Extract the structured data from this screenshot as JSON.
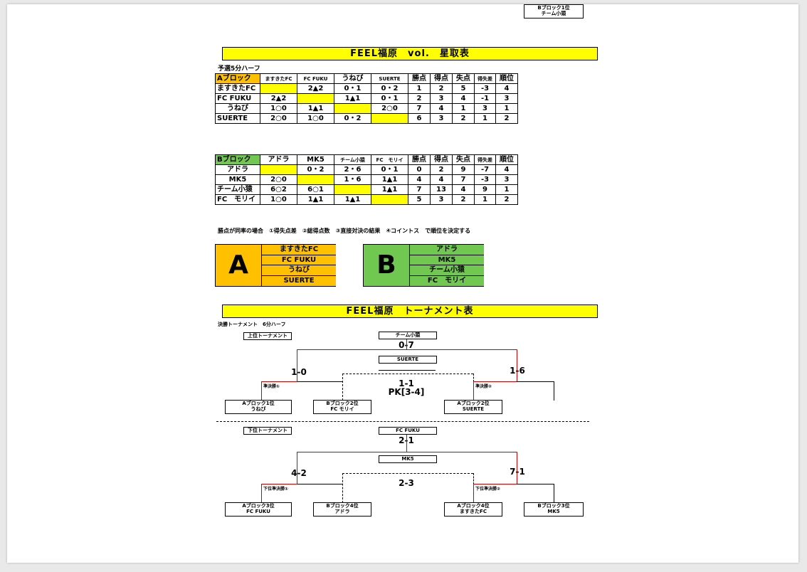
{
  "league": {
    "title": "FEEL福原　vol.　星取表",
    "subtitle": "予選5分ハーフ",
    "headers": [
      "勝点",
      "得点",
      "失点",
      "得失差",
      "順位"
    ]
  },
  "block_a": {
    "label": "Aブロック",
    "teams": [
      "ますきたFC",
      "FC FUKU",
      "うねび",
      "SUERTE"
    ],
    "rows": [
      {
        "team": "ますきたFC",
        "cells": [
          "",
          "2▲2",
          "0・1",
          "0・2"
        ],
        "stats": [
          "1",
          "2",
          "5",
          "-3",
          "4"
        ]
      },
      {
        "team": "FC FUKU",
        "cells": [
          "2▲2",
          "",
          "1▲1",
          "0・1"
        ],
        "stats": [
          "2",
          "3",
          "4",
          "-1",
          "3"
        ]
      },
      {
        "team": "うねび",
        "cells": [
          "1○0",
          "1▲1",
          "",
          "2○0"
        ],
        "stats": [
          "7",
          "4",
          "1",
          "3",
          "1"
        ]
      },
      {
        "team": "SUERTE",
        "cells": [
          "2○0",
          "1○0",
          "0・2",
          ""
        ],
        "stats": [
          "6",
          "3",
          "2",
          "1",
          "2"
        ]
      }
    ]
  },
  "block_b": {
    "label": "Bブロック",
    "teams": [
      "アドラ",
      "MK5",
      "チーム小猿",
      "FC　モリイ"
    ],
    "rows": [
      {
        "team": "アドラ",
        "cells": [
          "",
          "0・2",
          "2・6",
          "0・1"
        ],
        "stats": [
          "0",
          "2",
          "9",
          "-7",
          "4"
        ]
      },
      {
        "team": "MK5",
        "cells": [
          "2○0",
          "",
          "1・6",
          "1▲1"
        ],
        "stats": [
          "4",
          "4",
          "7",
          "-3",
          "3"
        ]
      },
      {
        "team": "チーム小猿",
        "cells": [
          "6○2",
          "6○1",
          "",
          "1▲1"
        ],
        "stats": [
          "7",
          "13",
          "4",
          "9",
          "1"
        ]
      },
      {
        "team": "FC　モリイ",
        "cells": [
          "1○0",
          "1▲1",
          "1▲1",
          ""
        ],
        "stats": [
          "5",
          "3",
          "2",
          "1",
          "2"
        ]
      }
    ]
  },
  "tiebreak_note": "勝点が同率の場合　①得失点差　②総得点数　③直接対決の結果　④コイントス　で順位を決定する",
  "groups": [
    {
      "letter": "A",
      "teams": [
        "ますきたFC",
        "FC FUKU",
        "うねび",
        "SUERTE"
      ],
      "color": "#ffc000"
    },
    {
      "letter": "B",
      "teams": [
        "アドラ",
        "MK5",
        "チーム小猿",
        "FC　モリイ"
      ],
      "color": "#70c850"
    }
  ],
  "tournament": {
    "title": "FEEL福原　トーナメント表",
    "subtitle": "決勝トーナメント　6分ハーフ",
    "upper": {
      "label": "上位トーナメント",
      "champion": "チーム小猿",
      "final_score": "0-7",
      "third": "SUERTE",
      "left_semi_score": "1-0",
      "right_semi_score": "1-6",
      "third_score": "1-1",
      "third_pk": "PK[3-4]",
      "semi1_label": "準決勝①",
      "semi2_label": "準決勝②",
      "slots": [
        {
          "pos": "Aブロック1位",
          "team": "うねび"
        },
        {
          "pos": "Bブロック2位",
          "team": "FC モリイ"
        },
        {
          "pos": "Aブロック2位",
          "team": "SUERTE"
        },
        {
          "pos": "Bブロック1位",
          "team": "チーム小猿"
        }
      ]
    },
    "lower": {
      "label": "下位トーナメント",
      "champion": "FC FUKU",
      "final_score": "2-1",
      "third": "MK5",
      "left_semi_score": "4-2",
      "right_semi_score": "7-1",
      "third_score": "2-3",
      "semi1_label": "下位準決勝①",
      "semi2_label": "下位準決勝②",
      "slots": [
        {
          "pos": "Aブロック3位",
          "team": "FC FUKU"
        },
        {
          "pos": "Bブロック4位",
          "team": "アドラ"
        },
        {
          "pos": "Aブロック4位",
          "team": "ますきたFC"
        },
        {
          "pos": "Bブロック3位",
          "team": "MK5"
        }
      ]
    }
  }
}
